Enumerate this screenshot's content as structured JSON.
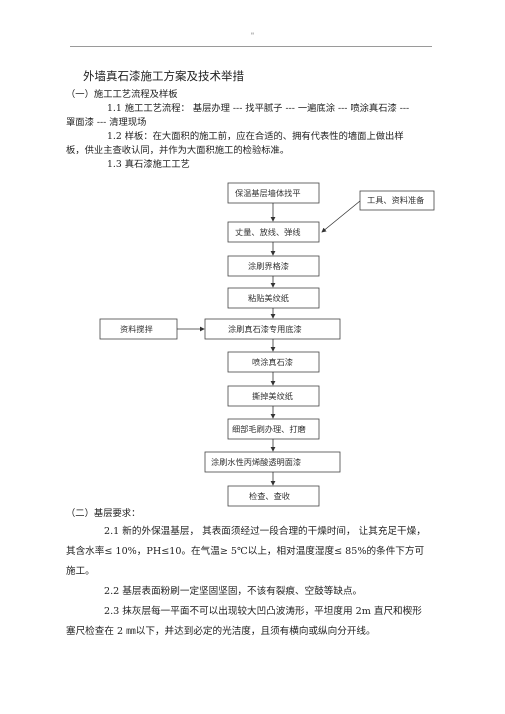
{
  "header": {
    "mark": "\""
  },
  "doc": {
    "title": "外墙真石漆施工方案及技术举措",
    "s1_heading": "（一）施工工艺流程及样板",
    "p11_line1": "1.1 施工工艺流程： 基层办理 --- 找平腻子 --- 一遍底涂 --- 喷涂真石漆 ---",
    "p11_line2": "罩面漆 --- 清理现场",
    "p12_line1": "1.2 样板：在大面积的施工前，应在合适的、拥有代表性的墙面上做出样",
    "p12_line2": "板，供业主查收认同，并作为大面积施工的检验标准。",
    "p13": "1.3 真石漆施工工艺"
  },
  "flow": {
    "main_steps": [
      "保温基层墙体找平",
      "丈量、放线、弹线",
      "涂刷界格漆",
      "粘贴美纹纸",
      "涂刷真石漆专用底漆",
      "喷涂真石漆",
      "撕掉美纹纸",
      "细部毛刷办理、打磨",
      "涂刷水性丙烯酸透明面漆",
      "检查、查收"
    ],
    "side_right": "工具、资料准备",
    "side_left": "资料搅拌"
  },
  "doc2": {
    "s2_heading": "（二）基层要求：",
    "p21_line1": "2.1 新的外保温基层，  其表面须经过一段合理的干燥时间，   让其充足干燥，",
    "p21_line2": "其含水率≤ 10%，PH≤10。在气温≥ 5℃以上，相对温度湿度≤  85%的条件下方可",
    "p21_line3": "施工。",
    "p22": "2.2 基层表面粉刷一定坚固坚固，不该有裂痕、空鼓等缺点。",
    "p23_line1": "2.3  抹灰层每一平面不可以出现较大凹凸波涛形，平坦度用    2m 直尺和楔形",
    "p23_line2": "塞尺检查在  2 ㎜以下，并达到必定的光洁度，且须有横向或纵向分开线。"
  }
}
